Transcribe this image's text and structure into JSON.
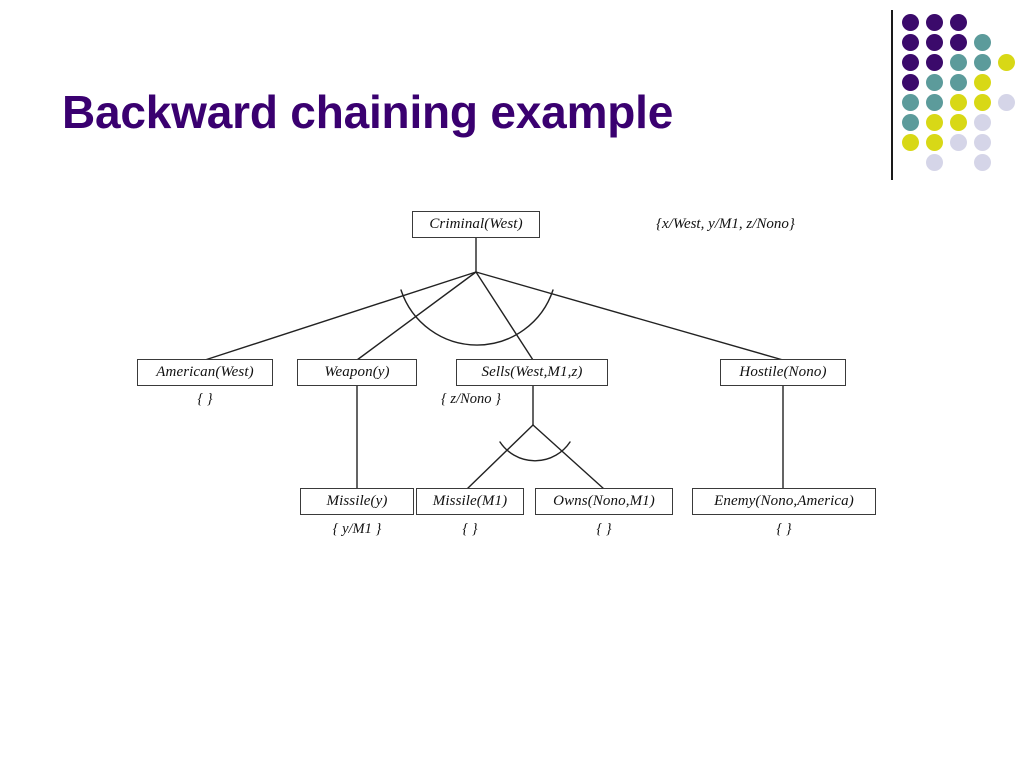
{
  "slide": {
    "title": "Backward chaining example",
    "title_color": "#3A0070",
    "background": "#ffffff"
  },
  "decoration": {
    "name": "dot-grid-motif",
    "divider": true,
    "colors": {
      "purple": "#3B0A6B",
      "teal": "#5C9B9B",
      "yellow": "#D8D816",
      "lavender": "#D5D5E8"
    },
    "dots": [
      {
        "col": 0,
        "row": 0,
        "color": "#3B0A6B"
      },
      {
        "col": 1,
        "row": 0,
        "color": "#3B0A6B"
      },
      {
        "col": 2,
        "row": 0,
        "color": "#3B0A6B"
      },
      {
        "col": 0,
        "row": 1,
        "color": "#3B0A6B"
      },
      {
        "col": 1,
        "row": 1,
        "color": "#3B0A6B"
      },
      {
        "col": 2,
        "row": 1,
        "color": "#3B0A6B"
      },
      {
        "col": 3,
        "row": 1,
        "color": "#5C9B9B"
      },
      {
        "col": 0,
        "row": 2,
        "color": "#3B0A6B"
      },
      {
        "col": 1,
        "row": 2,
        "color": "#3B0A6B"
      },
      {
        "col": 2,
        "row": 2,
        "color": "#5C9B9B"
      },
      {
        "col": 3,
        "row": 2,
        "color": "#5C9B9B"
      },
      {
        "col": 4,
        "row": 2,
        "color": "#D8D816"
      },
      {
        "col": 0,
        "row": 3,
        "color": "#3B0A6B"
      },
      {
        "col": 1,
        "row": 3,
        "color": "#5C9B9B"
      },
      {
        "col": 2,
        "row": 3,
        "color": "#5C9B9B"
      },
      {
        "col": 3,
        "row": 3,
        "color": "#D8D816"
      },
      {
        "col": 0,
        "row": 4,
        "color": "#5C9B9B"
      },
      {
        "col": 1,
        "row": 4,
        "color": "#5C9B9B"
      },
      {
        "col": 2,
        "row": 4,
        "color": "#D8D816"
      },
      {
        "col": 3,
        "row": 4,
        "color": "#D8D816"
      },
      {
        "col": 4,
        "row": 4,
        "color": "#D5D5E8"
      },
      {
        "col": 0,
        "row": 5,
        "color": "#5C9B9B"
      },
      {
        "col": 1,
        "row": 5,
        "color": "#D8D816"
      },
      {
        "col": 2,
        "row": 5,
        "color": "#D8D816"
      },
      {
        "col": 3,
        "row": 5,
        "color": "#D5D5E8"
      },
      {
        "col": 0,
        "row": 6,
        "color": "#D8D816"
      },
      {
        "col": 1,
        "row": 6,
        "color": "#D8D816"
      },
      {
        "col": 2,
        "row": 6,
        "color": "#D5D5E8"
      },
      {
        "col": 3,
        "row": 6,
        "color": "#D5D5E8"
      },
      {
        "col": 1,
        "row": 7,
        "color": "#D5D5E8"
      },
      {
        "col": 3,
        "row": 7,
        "color": "#D5D5E8"
      }
    ]
  },
  "diagram": {
    "name": "backward-chaining-proof-tree",
    "type": "and-or-proof-tree",
    "root_substitution": "{x/West, y/M1, z/Nono}",
    "nodes": [
      {
        "id": "criminal",
        "label": "Criminal(West)",
        "substitution": ""
      },
      {
        "id": "american",
        "label": "American(West)",
        "substitution": "{ }"
      },
      {
        "id": "weapon",
        "label": "Weapon(y)",
        "substitution": ""
      },
      {
        "id": "sells",
        "label": "Sells(West,M1,z)",
        "substitution": "{ z/Nono }"
      },
      {
        "id": "hostile",
        "label": "Hostile(Nono)",
        "substitution": ""
      },
      {
        "id": "missile_y",
        "label": "Missile(y)",
        "substitution": "{ y/M1 }"
      },
      {
        "id": "missile_m1",
        "label": "Missile(M1)",
        "substitution": "{ }"
      },
      {
        "id": "owns",
        "label": "Owns(Nono,M1)",
        "substitution": "{ }"
      },
      {
        "id": "enemy",
        "label": "Enemy(Nono,America)",
        "substitution": "{ }"
      }
    ],
    "edges": [
      {
        "from": "criminal",
        "to": "american",
        "conjunctive": true
      },
      {
        "from": "criminal",
        "to": "weapon",
        "conjunctive": true
      },
      {
        "from": "criminal",
        "to": "sells",
        "conjunctive": true
      },
      {
        "from": "criminal",
        "to": "hostile",
        "conjunctive": true
      },
      {
        "from": "weapon",
        "to": "missile_y",
        "conjunctive": false
      },
      {
        "from": "sells",
        "to": "missile_m1",
        "conjunctive": true
      },
      {
        "from": "sells",
        "to": "owns",
        "conjunctive": true
      },
      {
        "from": "hostile",
        "to": "enemy",
        "conjunctive": false
      }
    ]
  }
}
